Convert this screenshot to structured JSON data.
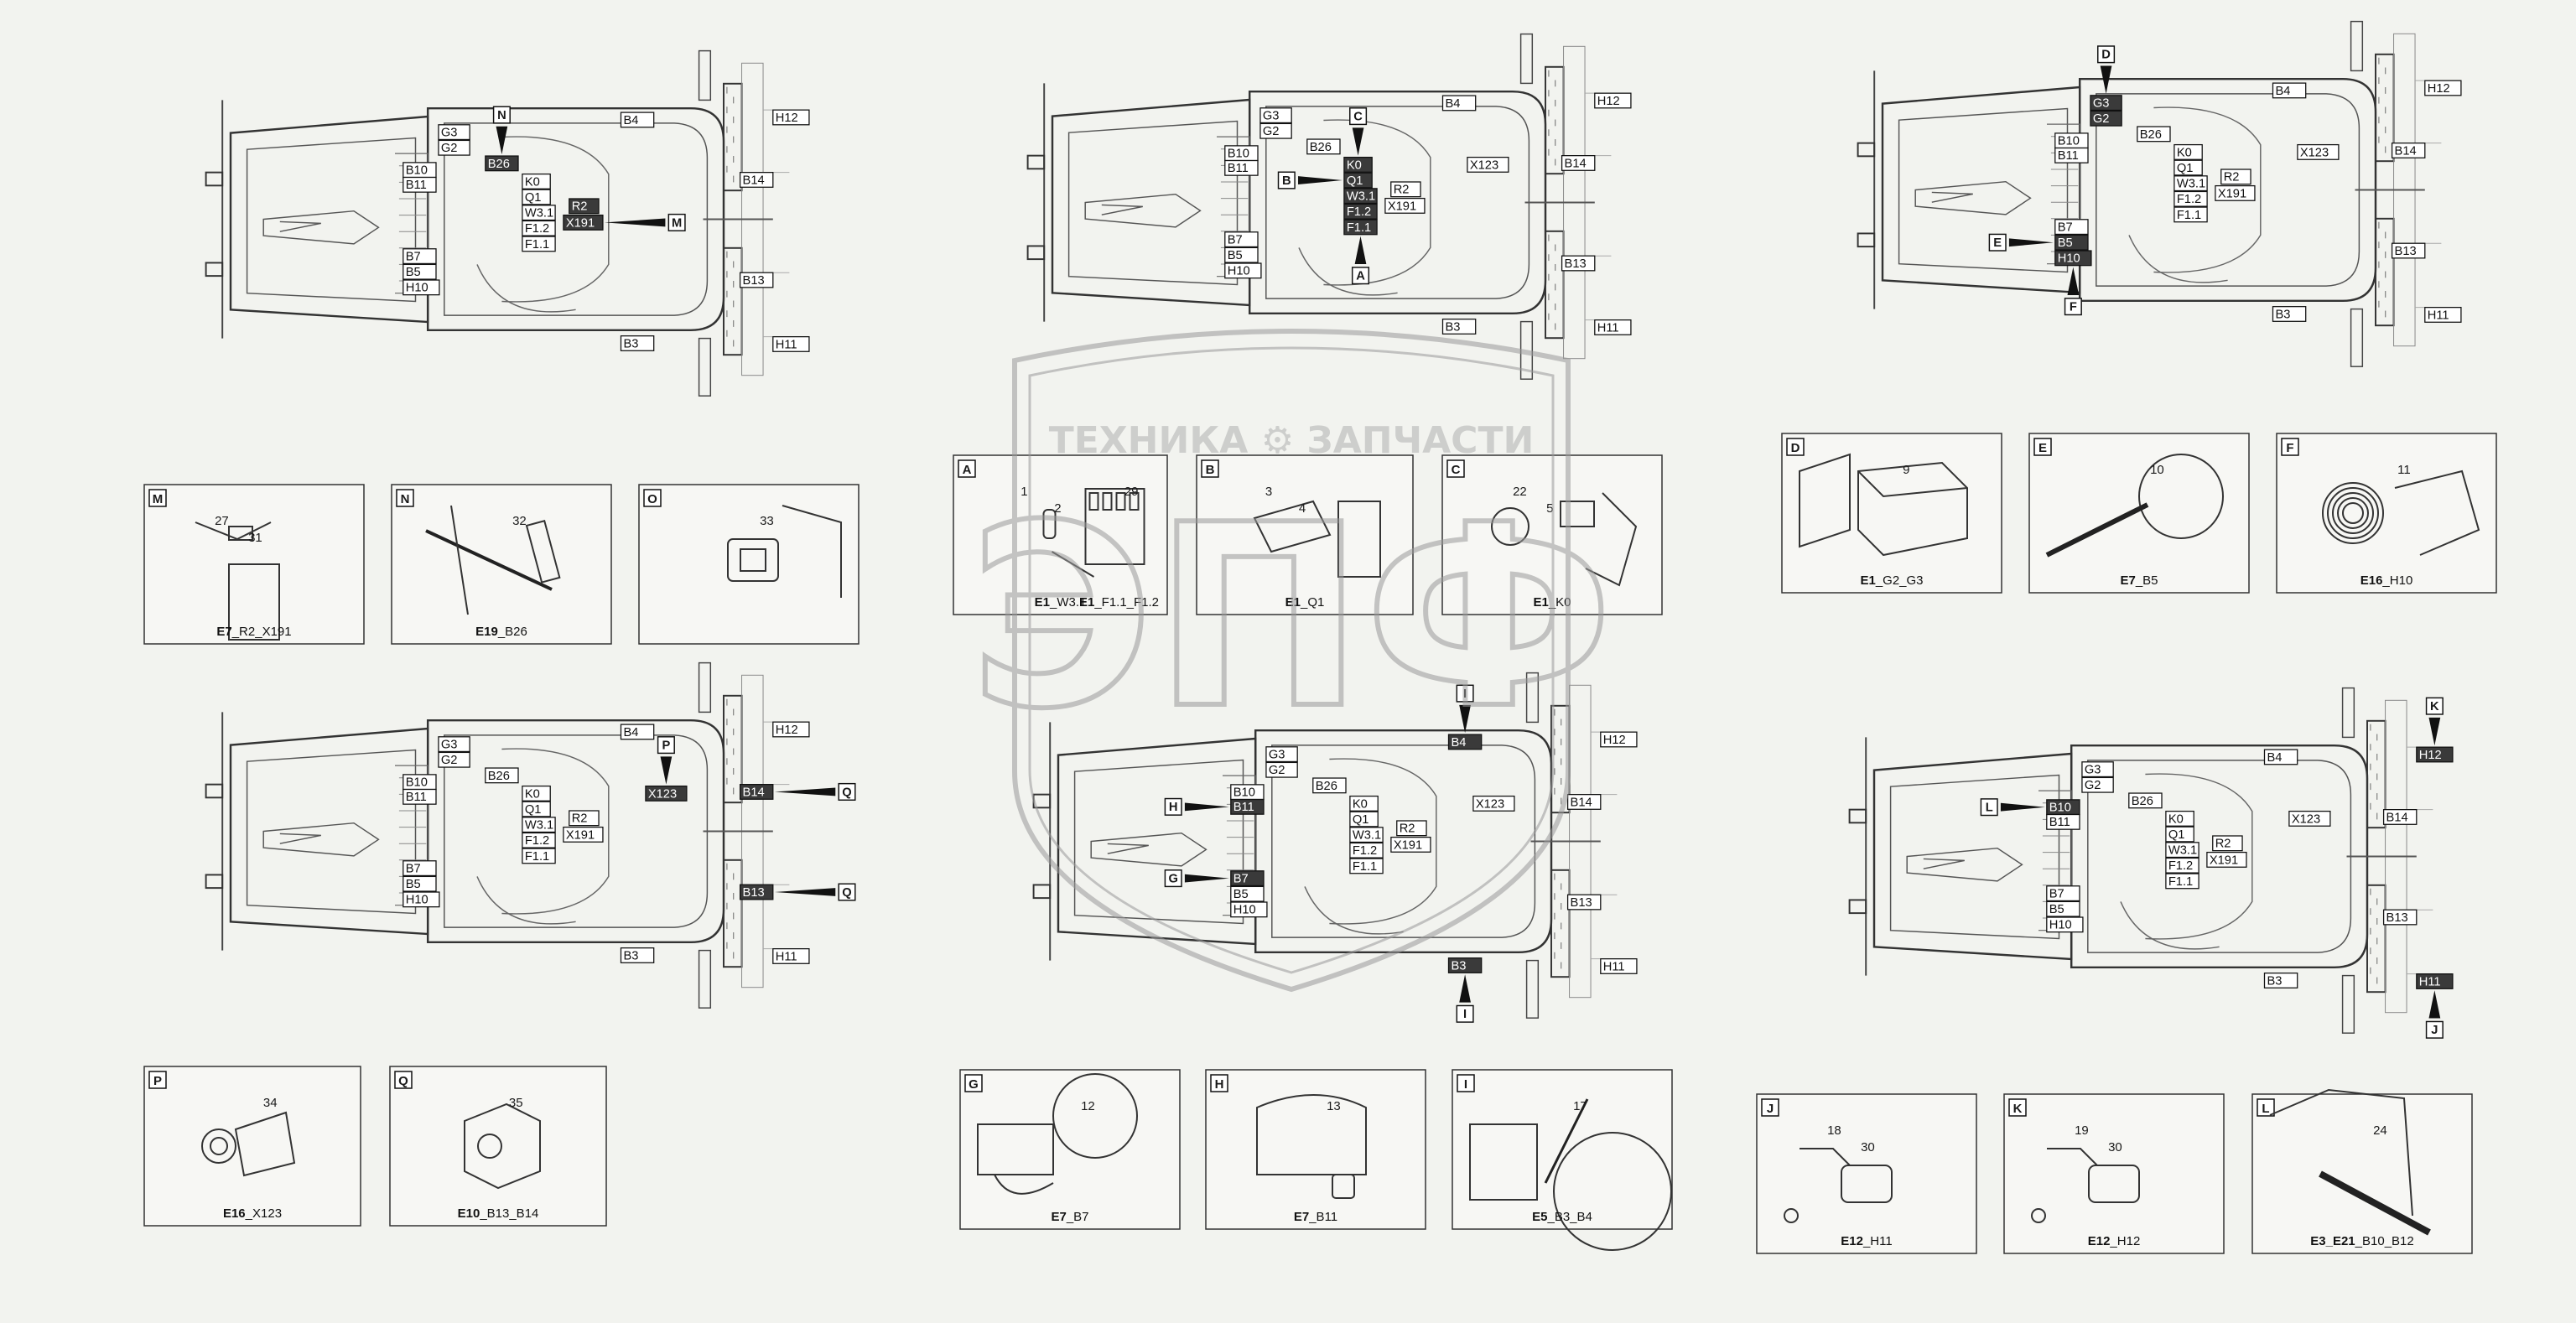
{
  "watermark": {
    "top": "ТЕХНИКА ⚙ ЗАПЧАСТИ",
    "big": "ЭПФ"
  },
  "frames": [
    {
      "id": "f1",
      "labels": {
        "B4": "B4",
        "B3": "B3",
        "H12": "H12",
        "H11": "H11",
        "B14": "B14",
        "B13": "B13",
        "G3": "G3",
        "G2": "G2",
        "B26": "B26",
        "B10": "B10",
        "B11": "B11",
        "K0": "K0",
        "Q1": "Q1",
        "W31": "W3.1",
        "R2": "R2",
        "X191": "X191",
        "F12": "F1.2",
        "F11": "F1.1",
        "B7": "B7",
        "B5": "B5",
        "H10": "H10"
      },
      "highlight": [
        "B26",
        "R2",
        "X191"
      ],
      "callouts": [
        {
          "letter": "N",
          "target": "B26",
          "dir": "down"
        },
        {
          "letter": "M",
          "target": "X191",
          "dir": "left"
        }
      ]
    },
    {
      "id": "f2",
      "labels": {
        "B4": "B4",
        "B3": "B3",
        "H12": "H12",
        "H11": "H11",
        "B14": "B14",
        "B13": "B13",
        "G3": "G3",
        "G2": "G2",
        "B26": "B26",
        "B10": "B10",
        "B11": "B11",
        "K0": "K0",
        "Q1": "Q1",
        "W31": "W3.1",
        "R2": "R2",
        "X191": "X191",
        "F12": "F1.2",
        "F11": "F1.1",
        "B7": "B7",
        "B5": "B5",
        "H10": "H10",
        "X123": "X123"
      },
      "highlight": [
        "K0",
        "Q1",
        "W31",
        "F12",
        "F11"
      ],
      "callouts": [
        {
          "letter": "C",
          "target": "K0",
          "dir": "down"
        },
        {
          "letter": "B",
          "target": "Q1",
          "dir": "right"
        },
        {
          "letter": "A",
          "target": "F11",
          "dir": "up"
        }
      ]
    },
    {
      "id": "f3",
      "labels": {
        "B4": "B4",
        "B3": "B3",
        "H12": "H12",
        "H11": "H11",
        "B14": "B14",
        "B13": "B13",
        "G3": "G3",
        "G2": "G2",
        "B26": "B26",
        "B10": "B10",
        "B11": "B11",
        "K0": "K0",
        "Q1": "Q1",
        "W31": "W3.1",
        "R2": "R2",
        "X191": "X191",
        "F12": "F1.2",
        "F11": "F1.1",
        "B7": "B7",
        "B5": "B5",
        "H10": "H10",
        "X123": "X123"
      },
      "highlight": [
        "G3",
        "G2",
        "B5",
        "H10"
      ],
      "callouts": [
        {
          "letter": "D",
          "target": "G3",
          "dir": "down"
        },
        {
          "letter": "E",
          "target": "B5",
          "dir": "right"
        },
        {
          "letter": "F",
          "target": "H10",
          "dir": "up"
        }
      ]
    },
    {
      "id": "f4",
      "labels": {
        "B4": "B4",
        "B3": "B3",
        "H12": "H12",
        "H11": "H11",
        "B14": "B14",
        "B13": "B13",
        "G3": "G3",
        "G2": "G2",
        "B26": "B26",
        "B10": "B10",
        "B11": "B11",
        "K0": "K0",
        "Q1": "Q1",
        "W31": "W3.1",
        "R2": "R2",
        "X191": "X191",
        "F12": "F1.2",
        "F11": "F1.1",
        "B7": "B7",
        "B5": "B5",
        "H10": "H10",
        "X123": "X123"
      },
      "highlight": [
        "X123",
        "B14",
        "B13"
      ],
      "callouts": [
        {
          "letter": "P",
          "target": "X123",
          "dir": "down"
        },
        {
          "letter": "Q",
          "target": "B14",
          "dir": "left"
        },
        {
          "letter": "Q",
          "target": "B13",
          "dir": "left"
        }
      ]
    },
    {
      "id": "f5",
      "labels": {
        "B4": "B4",
        "B3": "B3",
        "H12": "H12",
        "H11": "H11",
        "B14": "B14",
        "B13": "B13",
        "G3": "G3",
        "G2": "G2",
        "B26": "B26",
        "B10": "B10",
        "B11": "B11",
        "K0": "K0",
        "Q1": "Q1",
        "W31": "W3.1",
        "R2": "R2",
        "X191": "X191",
        "F12": "F1.2",
        "F11": "F1.1",
        "B7": "B7",
        "B5": "B5",
        "H10": "H10",
        "X123": "X123"
      },
      "highlight": [
        "B4",
        "B3",
        "B11",
        "B7"
      ],
      "callouts": [
        {
          "letter": "I",
          "target": "B4",
          "dir": "down"
        },
        {
          "letter": "I",
          "target": "B3",
          "dir": "up"
        },
        {
          "letter": "H",
          "target": "B11",
          "dir": "right"
        },
        {
          "letter": "G",
          "target": "B7",
          "dir": "right"
        }
      ]
    },
    {
      "id": "f6",
      "labels": {
        "B4": "B4",
        "B3": "B3",
        "H12": "H12",
        "H11": "H11",
        "B14": "B14",
        "B13": "B13",
        "G3": "G3",
        "G2": "G2",
        "B26": "B26",
        "B10": "B10",
        "B11": "B11",
        "K0": "K0",
        "Q1": "Q1",
        "W31": "W3.1",
        "R2": "R2",
        "X191": "X191",
        "F12": "F1.2",
        "F11": "F1.1",
        "B7": "B7",
        "B5": "B5",
        "H10": "H10",
        "X123": "X123"
      },
      "highlight": [
        "H12",
        "H11",
        "B10"
      ],
      "callouts": [
        {
          "letter": "K",
          "target": "H12",
          "dir": "down"
        },
        {
          "letter": "J",
          "target": "H11",
          "dir": "up"
        },
        {
          "letter": "L",
          "target": "B10",
          "dir": "right"
        }
      ]
    }
  ],
  "details": [
    {
      "letter": "M",
      "caption_bold": "E7",
      "caption_rest": "_R2_X191",
      "nums": [
        "27",
        "31"
      ],
      "kind": "connector"
    },
    {
      "letter": "N",
      "caption_bold": "E19",
      "caption_rest": "_B26",
      "nums": [
        "32"
      ],
      "kind": "sensor"
    },
    {
      "letter": "O",
      "caption_bold": "",
      "caption_rest": "",
      "nums": [
        "33"
      ],
      "kind": "socket"
    },
    {
      "letter": "A",
      "caption_bold": "E1",
      "caption_rest": "_W3.1",
      "nums": [
        "1",
        "2"
      ],
      "kind": "fuse"
    },
    {
      "letter": "",
      "caption_bold": "E1",
      "caption_rest": "_F1.1_F1.2",
      "nums": [
        "29"
      ],
      "kind": "fusebox"
    },
    {
      "letter": "B",
      "caption_bold": "E1",
      "caption_rest": "_Q1",
      "nums": [
        "3",
        "4"
      ],
      "kind": "switch"
    },
    {
      "letter": "C",
      "caption_bold": "E1",
      "caption_rest": "_K0",
      "nums": [
        "22",
        "5"
      ],
      "kind": "relay"
    },
    {
      "letter": "D",
      "caption_bold": "E1",
      "caption_rest": "_G2_G3",
      "nums": [
        "9"
      ],
      "kind": "battery"
    },
    {
      "letter": "E",
      "caption_bold": "E7",
      "caption_rest": "_B5",
      "nums": [
        "10"
      ],
      "kind": "probe"
    },
    {
      "letter": "F",
      "caption_bold": "E16",
      "caption_rest": "_H10",
      "nums": [
        "11"
      ],
      "kind": "horn"
    },
    {
      "letter": "P",
      "caption_bold": "E16",
      "caption_rest": "_X123",
      "nums": [
        "34"
      ],
      "kind": "plug"
    },
    {
      "letter": "Q",
      "caption_bold": "E10",
      "caption_rest": "_B13_B14",
      "nums": [
        "35"
      ],
      "kind": "cube"
    },
    {
      "letter": "G",
      "caption_bold": "E7",
      "caption_rest": "_B7",
      "nums": [
        "12"
      ],
      "kind": "engine"
    },
    {
      "letter": "H",
      "caption_bold": "E7",
      "caption_rest": "_B11",
      "nums": [
        "13"
      ],
      "kind": "tank"
    },
    {
      "letter": "I",
      "caption_bold": "E5",
      "caption_rest": "_B3_B4",
      "nums": [
        "17"
      ],
      "kind": "hub"
    },
    {
      "letter": "J",
      "caption_bold": "E12",
      "caption_rest": "_H11",
      "nums": [
        "18",
        "30"
      ],
      "kind": "lamp"
    },
    {
      "letter": "K",
      "caption_bold": "E12",
      "caption_rest": "_H12",
      "nums": [
        "19",
        "30"
      ],
      "kind": "lamp"
    },
    {
      "letter": "L",
      "caption_bold": "E3_E21",
      "caption_rest": "_B10_B12",
      "nums": [
        "24"
      ],
      "kind": "probe2"
    }
  ]
}
